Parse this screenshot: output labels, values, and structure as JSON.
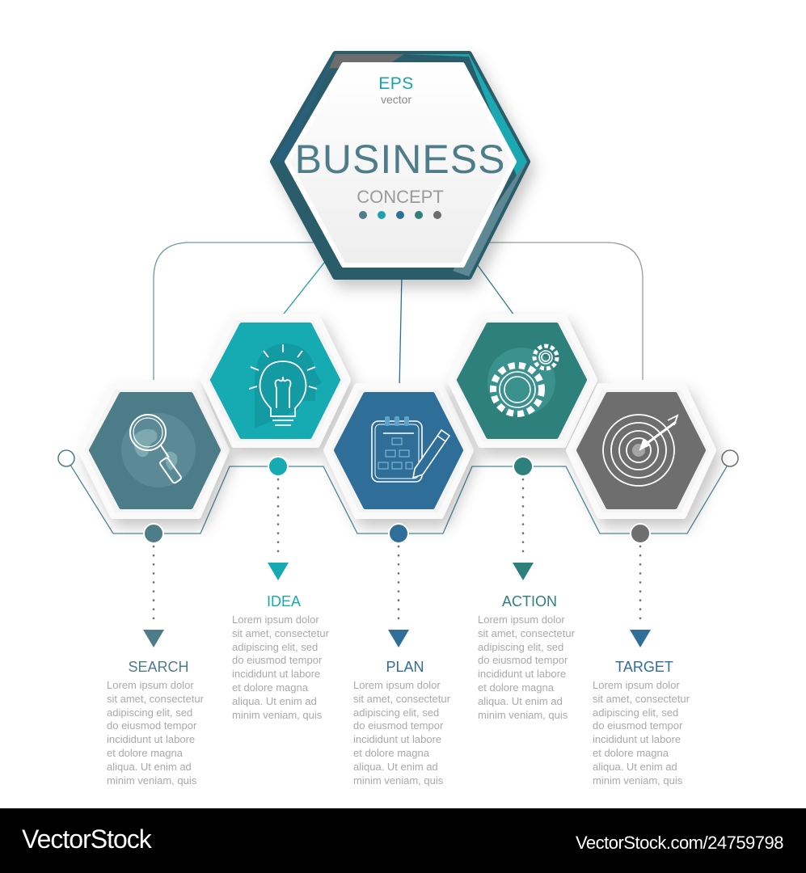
{
  "center": {
    "badge_title": "EPS",
    "badge_subtitle": "vector",
    "title": "BUSINESS",
    "subtitle": "CONCEPT",
    "dots": [
      "#4e7c89",
      "#1aa3ad",
      "#2e6e99",
      "#2d807c",
      "#6e6e6e"
    ]
  },
  "steps": [
    {
      "title": "SEARCH",
      "color": "#4e7c89",
      "icon": "globe-magnifier-icon",
      "body": "Lorem ipsum dolor\nsit amet, consectetur\nadipiscing elit, sed\ndo eiusmod tempor\nincididunt ut labore\net dolore magna\naliqua. Ut enim ad\nminim veniam, quis"
    },
    {
      "title": "IDEA",
      "color": "#16aab2",
      "icon": "lightbulb-head-icon",
      "body": "Lorem ipsum dolor\nsit amet, consectetur\nadipiscing elit, sed\ndo eiusmod tempor\nincididunt ut labore\net dolore magna\naliqua. Ut enim ad\nminim veniam, quis"
    },
    {
      "title": "PLAN",
      "color": "#2e6e99",
      "icon": "planner-pencil-icon",
      "body": "Lorem ipsum dolor\nsit amet, consectetur\nadipiscing elit, sed\ndo eiusmod tempor\nincididunt ut labore\net dolore magna\naliqua. Ut enim ad\nminim veniam, quis"
    },
    {
      "title": "ACTION",
      "color": "#2d807c",
      "icon": "gears-icon",
      "body": "Lorem ipsum dolor\nsit amet, consectetur\nadipiscing elit, sed\ndo eiusmod tempor\nincididunt ut labore\net dolore magna\naliqua. Ut enim ad\nminim veniam, quis"
    },
    {
      "title": "TARGET",
      "color": "#2e6e99",
      "icon": "target-arrow-icon",
      "body": "Lorem ipsum dolor\nsit amet, consectetur\nadipiscing elit, sed\ndo eiusmod tempor\nincididunt ut labore\net dolore magna\naliqua. Ut enim ad\nminim veniam, quis"
    }
  ],
  "footer": {
    "brand": "VectorStock",
    "image_id": "VectorStock.com/24759798"
  }
}
